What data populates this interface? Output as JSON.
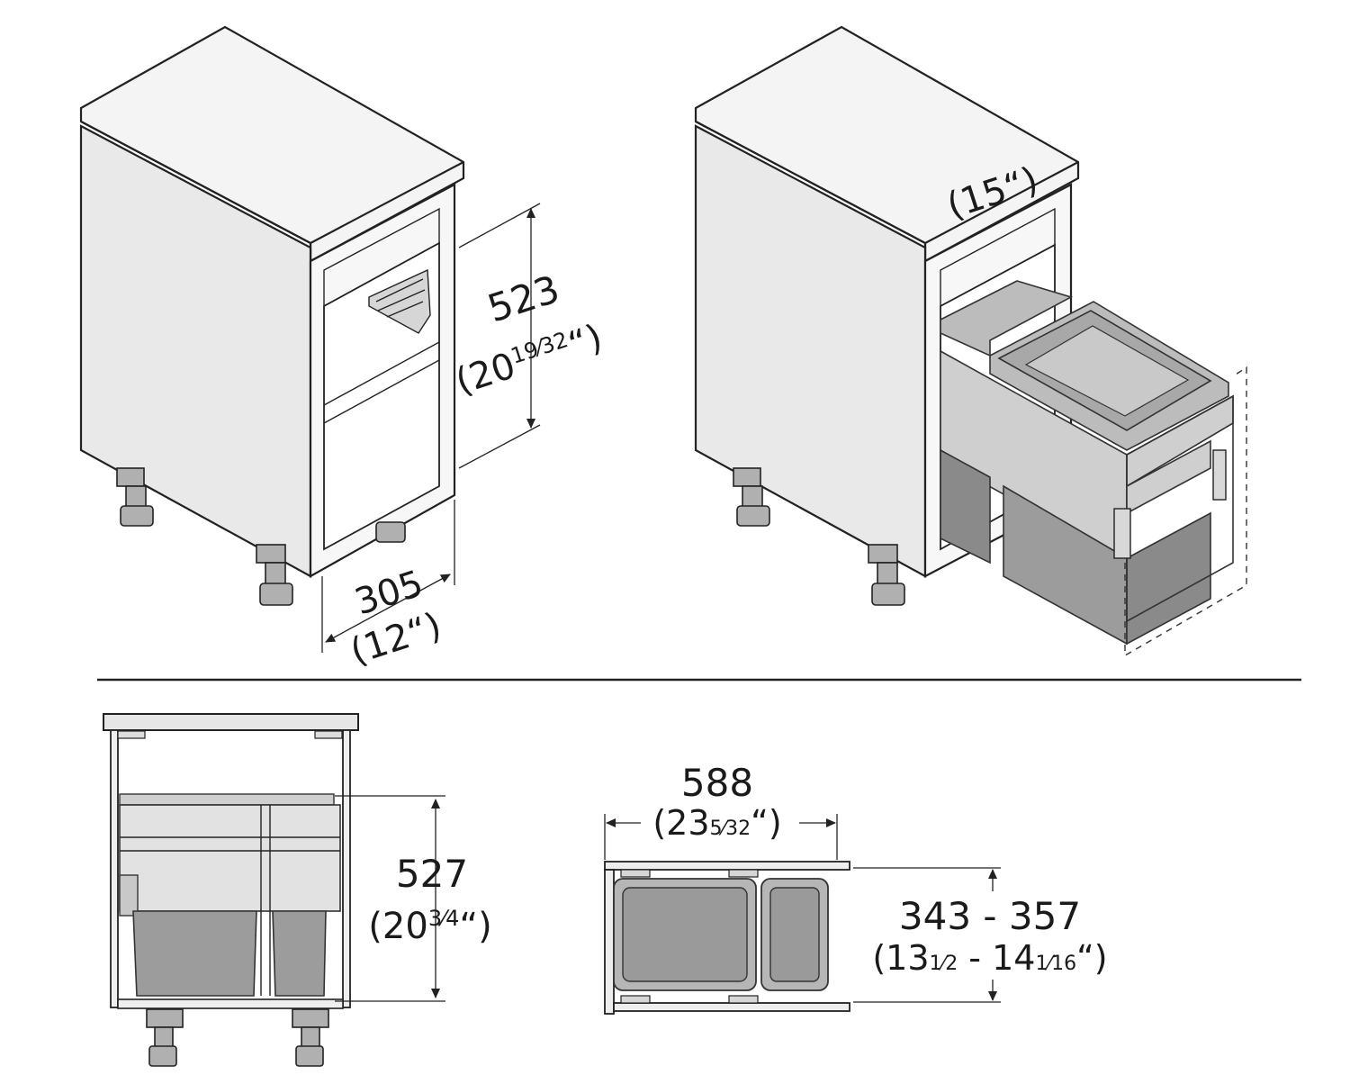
{
  "diagram": {
    "iso_left": {
      "height_mm": "523",
      "height_in_open": "(20",
      "height_in_frac": "19⁄32",
      "height_in_close": "“)",
      "depth_mm": "305",
      "depth_in": "(12“)"
    },
    "iso_right": {
      "width_in": "(15“)"
    },
    "front_view": {
      "height_mm": "527",
      "height_in_open": "(20",
      "height_in_frac": "3⁄4",
      "height_in_close": "“)"
    },
    "top_view": {
      "depth_mm": "588",
      "depth_in_open": "(23",
      "depth_in_frac": "5⁄32",
      "depth_in_close": "“)",
      "width_range_mm": "343 - 357",
      "width_range_in_a": "(13",
      "width_range_in_a_frac": "1⁄2",
      "width_range_in_mid": " - 14",
      "width_range_in_b_frac": "1⁄16",
      "width_range_in_close": "“)"
    }
  }
}
